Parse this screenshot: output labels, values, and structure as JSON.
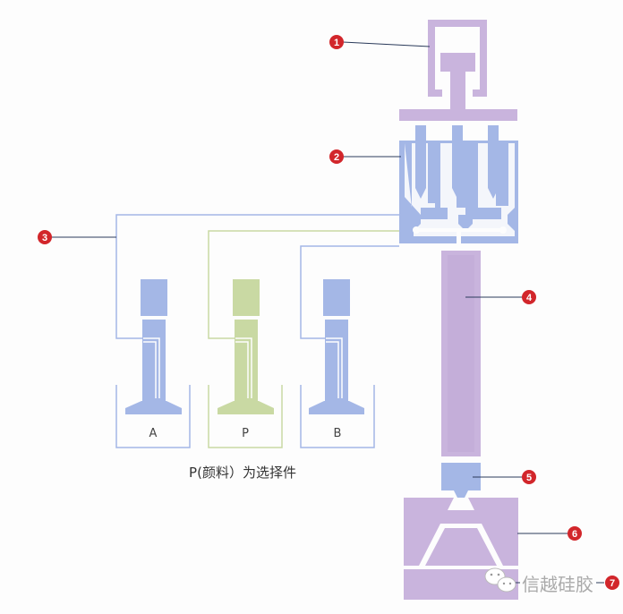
{
  "colors": {
    "purple": "#c9b4dd",
    "blue": "#a4b7e6",
    "green": "#c9d9a3",
    "badge": "#d2262b",
    "leader": "#2a3a5a"
  },
  "callouts": [
    "1",
    "2",
    "3",
    "4",
    "5",
    "6",
    "7"
  ],
  "tanks": [
    {
      "label": "A"
    },
    {
      "label": "P"
    },
    {
      "label": "B"
    }
  ],
  "caption": "P(颜料）为选择件",
  "watermark": "信越硅胶"
}
